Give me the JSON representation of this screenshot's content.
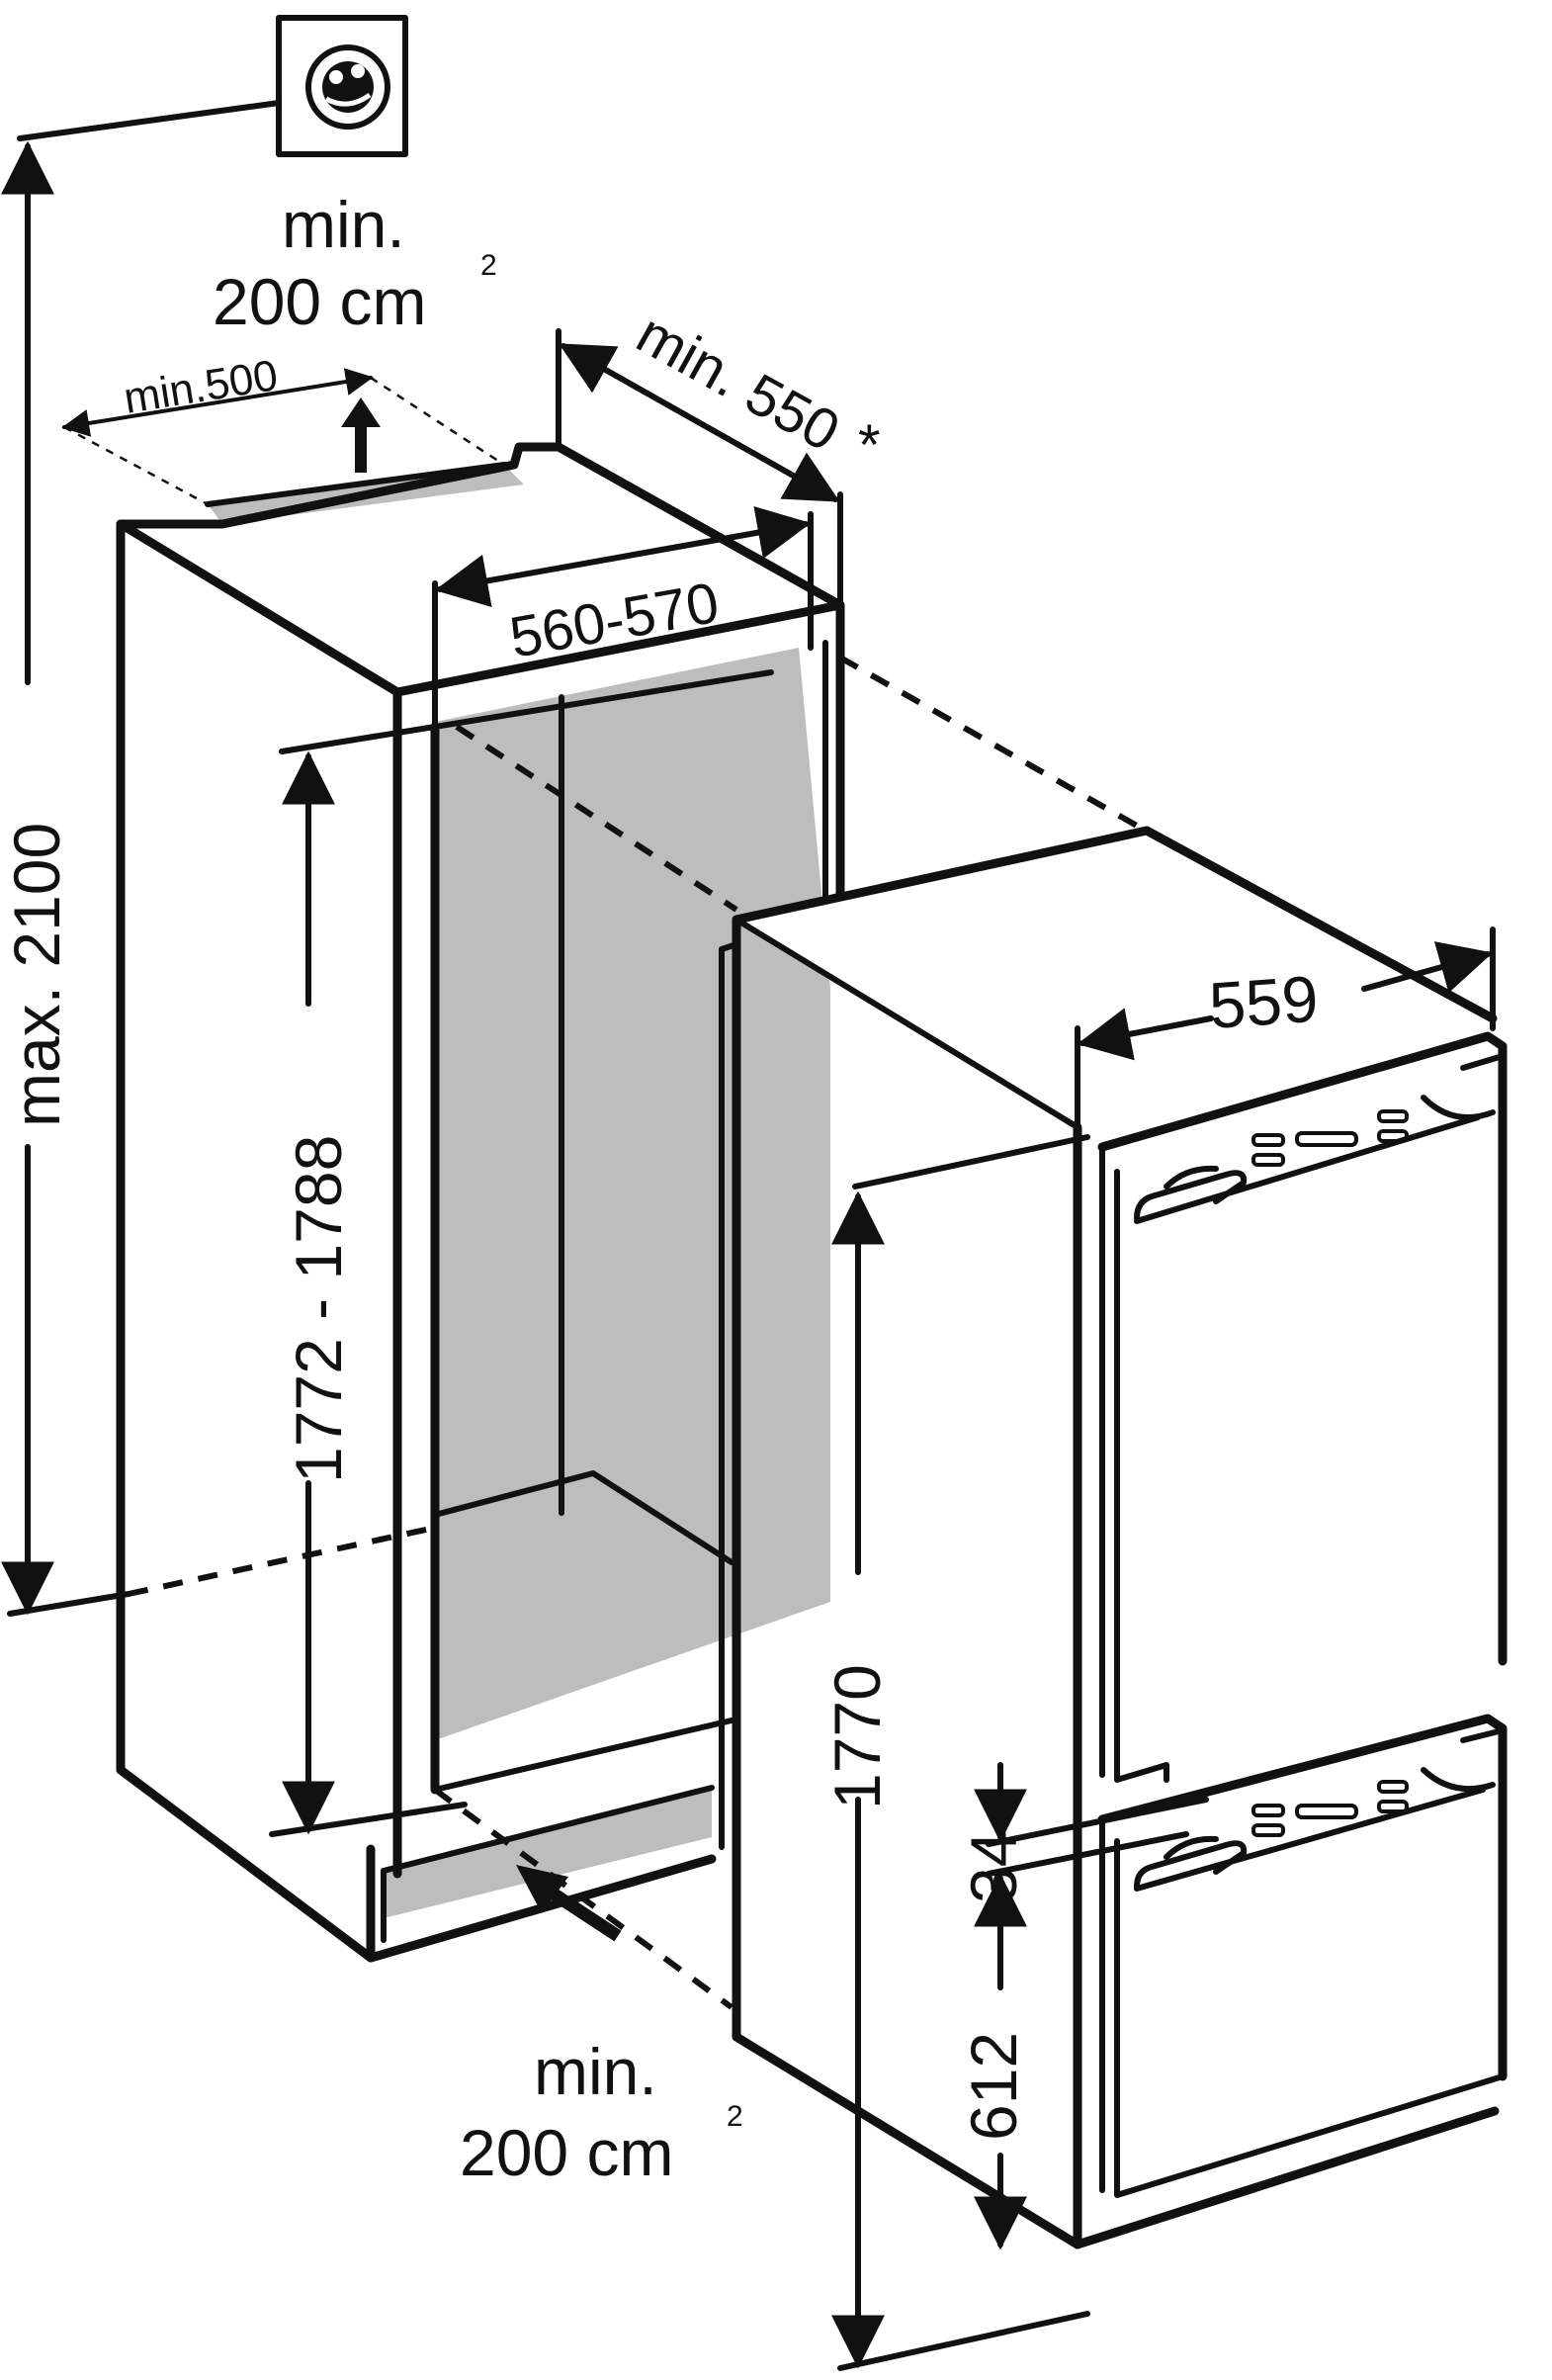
{
  "labels": {
    "socket_min": "min.",
    "socket_area": "200 cm",
    "socket_area_sup": "2",
    "top_vent_width": "min.500",
    "depth_min": "min. 550",
    "depth_asterisk": "*",
    "niche_width": "560-570",
    "max_height": "max. 2100",
    "niche_height": "1772 - 1788",
    "appliance_width": "559",
    "appliance_height": "1770",
    "gap_height": "34",
    "lower_door_height": "612",
    "bottom_vent_min": "min.",
    "bottom_vent_area": "200 cm",
    "bottom_vent_area_sup": "2"
  },
  "icons": [
    "power-socket-icon",
    "airflow-up-arrow-icon",
    "airflow-in-arrow-icon"
  ]
}
